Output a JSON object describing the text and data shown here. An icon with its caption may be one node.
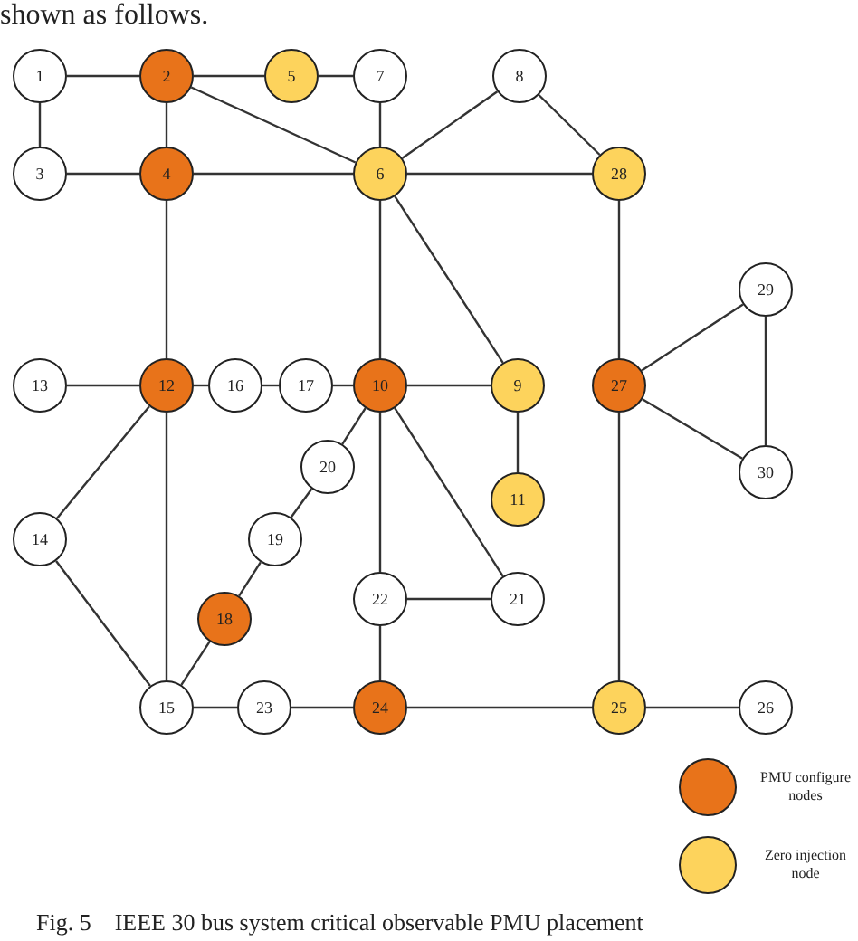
{
  "diagram": {
    "title": "shown as follows.",
    "caption": "Fig. 5    IEEE 30 bus system critical observable PMU placement",
    "nodes": [
      {
        "text": [
          "1"
        ]
      },
      {
        "text": [
          "2"
        ]
      },
      {
        "text": [
          "3"
        ]
      },
      {
        "text": [
          "4"
        ]
      },
      {
        "text": [
          "5"
        ]
      },
      {
        "text": [
          "6"
        ]
      },
      {
        "text": [
          "7"
        ]
      },
      {
        "text": [
          "8"
        ]
      },
      {
        "text": [
          "9"
        ]
      },
      {
        "text": [
          "10"
        ]
      },
      {
        "text": [
          "11"
        ]
      },
      {
        "text": [
          "12"
        ]
      },
      {
        "text": [
          "13"
        ]
      },
      {
        "text": [
          "14"
        ]
      },
      {
        "text": [
          "15"
        ]
      },
      {
        "text": [
          "16"
        ]
      },
      {
        "text": [
          "17"
        ]
      },
      {
        "text": [
          "18"
        ]
      },
      {
        "text": [
          "19"
        ]
      },
      {
        "text": [
          "20"
        ]
      },
      {
        "text": [
          "21"
        ]
      },
      {
        "text": [
          "22"
        ]
      },
      {
        "text": [
          "23"
        ]
      },
      {
        "text": [
          "24"
        ]
      },
      {
        "text": [
          "25"
        ]
      },
      {
        "text": [
          "26"
        ]
      },
      {
        "text": [
          "27"
        ]
      },
      {
        "text": [
          "28"
        ]
      },
      {
        "text": [
          "29"
        ]
      },
      {
        "text": [
          "30"
        ]
      }
    ],
    "edges": [
      {
        "from": 0,
        "to": 1,
        "arrow": "none"
      },
      {
        "from": 1,
        "to": 4,
        "arrow": "none"
      },
      {
        "from": 4,
        "to": 6,
        "arrow": "none"
      },
      {
        "from": 0,
        "to": 2,
        "arrow": "none"
      },
      {
        "from": 1,
        "to": 3,
        "arrow": "none"
      },
      {
        "from": 1,
        "to": 5,
        "arrow": "none"
      },
      {
        "from": 2,
        "to": 3,
        "arrow": "none"
      },
      {
        "from": 3,
        "to": 5,
        "arrow": "none"
      },
      {
        "from": 6,
        "to": 5,
        "arrow": "none"
      },
      {
        "from": 7,
        "to": 5,
        "arrow": "none"
      },
      {
        "from": 7,
        "to": 27,
        "arrow": "none"
      },
      {
        "from": 5,
        "to": 27,
        "arrow": "none"
      },
      {
        "from": 3,
        "to": 11,
        "arrow": "none"
      },
      {
        "from": 5,
        "to": 9,
        "arrow": "none"
      },
      {
        "from": 5,
        "to": 8,
        "arrow": "none"
      },
      {
        "from": 27,
        "to": 26,
        "arrow": "none"
      },
      {
        "from": 26,
        "to": 28,
        "arrow": "none"
      },
      {
        "from": 26,
        "to": 29,
        "arrow": "none"
      },
      {
        "from": 28,
        "to": 29,
        "arrow": "none"
      },
      {
        "from": 12,
        "to": 11,
        "arrow": "none"
      },
      {
        "from": 11,
        "to": 15,
        "arrow": "none"
      },
      {
        "from": 15,
        "to": 16,
        "arrow": "none"
      },
      {
        "from": 16,
        "to": 9,
        "arrow": "none"
      },
      {
        "from": 9,
        "to": 8,
        "arrow": "none"
      },
      {
        "from": 8,
        "to": 10,
        "arrow": "none"
      },
      {
        "from": 11,
        "to": 13,
        "arrow": "none"
      },
      {
        "from": 11,
        "to": 14,
        "arrow": "none"
      },
      {
        "from": 9,
        "to": 19,
        "arrow": "none"
      },
      {
        "from": 19,
        "to": 18,
        "arrow": "none"
      },
      {
        "from": 18,
        "to": 17,
        "arrow": "none"
      },
      {
        "from": 9,
        "to": 21,
        "arrow": "none"
      },
      {
        "from": 9,
        "to": 20,
        "arrow": "none"
      },
      {
        "from": 21,
        "to": 20,
        "arrow": "none"
      },
      {
        "from": 13,
        "to": 14,
        "arrow": "none"
      },
      {
        "from": 17,
        "to": 14,
        "arrow": "none"
      },
      {
        "from": 21,
        "to": 23,
        "arrow": "none"
      },
      {
        "from": 14,
        "to": 22,
        "arrow": "none"
      },
      {
        "from": 22,
        "to": 23,
        "arrow": "none"
      },
      {
        "from": 23,
        "to": 24,
        "arrow": "none"
      },
      {
        "from": 26,
        "to": 24,
        "arrow": "none"
      },
      {
        "from": 24,
        "to": 25,
        "arrow": "none"
      }
    ],
    "legend": [
      {
        "text": "PMU configure nodes",
        "color": "#e8731a"
      },
      {
        "text": "Zero injection node",
        "color": "#fdd35c"
      }
    ]
  }
}
